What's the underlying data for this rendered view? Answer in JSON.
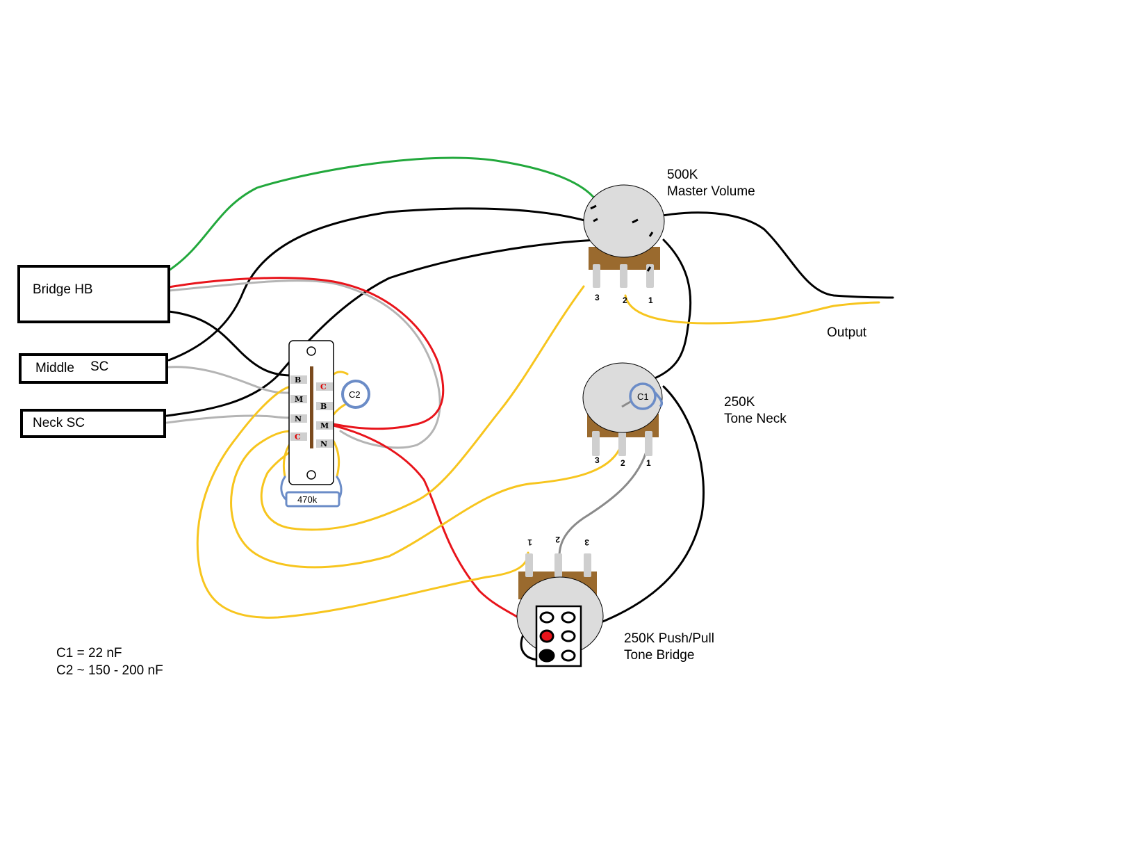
{
  "pickups": {
    "bridge": "Bridge  HB",
    "middle_a": "Middle",
    "middle_b": "SC",
    "neck": "Neck SC"
  },
  "switch": {
    "left": [
      "B",
      "M",
      "N",
      "C"
    ],
    "right": [
      "C",
      "B",
      "M",
      "N"
    ],
    "resistor": "470k",
    "cap": "C2"
  },
  "volume": {
    "value": "500K",
    "name": "Master Volume",
    "lugs": [
      "3",
      "2",
      "1"
    ]
  },
  "tone_neck": {
    "value": "250K",
    "name": "Tone Neck",
    "cap": "C1",
    "lugs": [
      "3",
      "2",
      "1"
    ]
  },
  "tone_bridge": {
    "value": "250K Push/Pull",
    "name": "Tone Bridge",
    "lugs": [
      "1",
      "2",
      "3"
    ]
  },
  "output": "Output",
  "notes": {
    "c1": "C1 = 22 nF",
    "c2": "C2 ~ 150 - 200 nF"
  },
  "colors": {
    "ground": "#000000",
    "hot": "#e8141b",
    "link": "#f7c51e",
    "earth": "#22a83c",
    "shield": "#b4b4b4",
    "cap": "#6b8cc7",
    "pot": "#dcdcdc",
    "pot_base": "#9a6a2e"
  }
}
